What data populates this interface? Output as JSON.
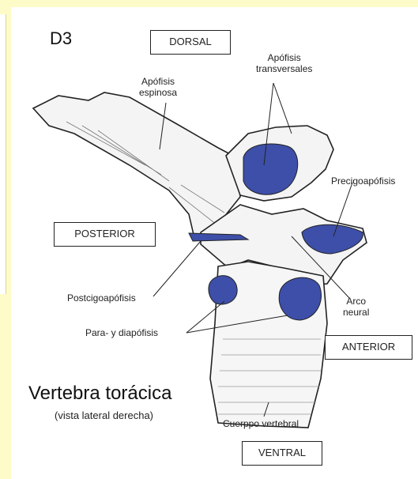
{
  "panel_label": "D3",
  "orientation": {
    "dorsal": "DORSAL",
    "posterior": "POSTERIOR",
    "anterior": "ANTERIOR",
    "ventral": "VENTRAL"
  },
  "structures": {
    "spinous_process": "Apófisis\nespinosa",
    "transverse_processes": "Apófisis\ntransversales",
    "prezygapophysis": "Precigoapófisis",
    "postzygapophysis": "Postcigoapófisis",
    "para_diapophysis": "Para- y diapófisis",
    "neural_arch": "Arco\nneural",
    "vertebral_body": "Cuerppo vertebral"
  },
  "title": "Vertebra torácica",
  "subtitle": "(vista lateral derecha)",
  "colors": {
    "background": "#fdfbc8",
    "articular_facet": "#3d4fa8",
    "bone_outline": "#222222"
  }
}
